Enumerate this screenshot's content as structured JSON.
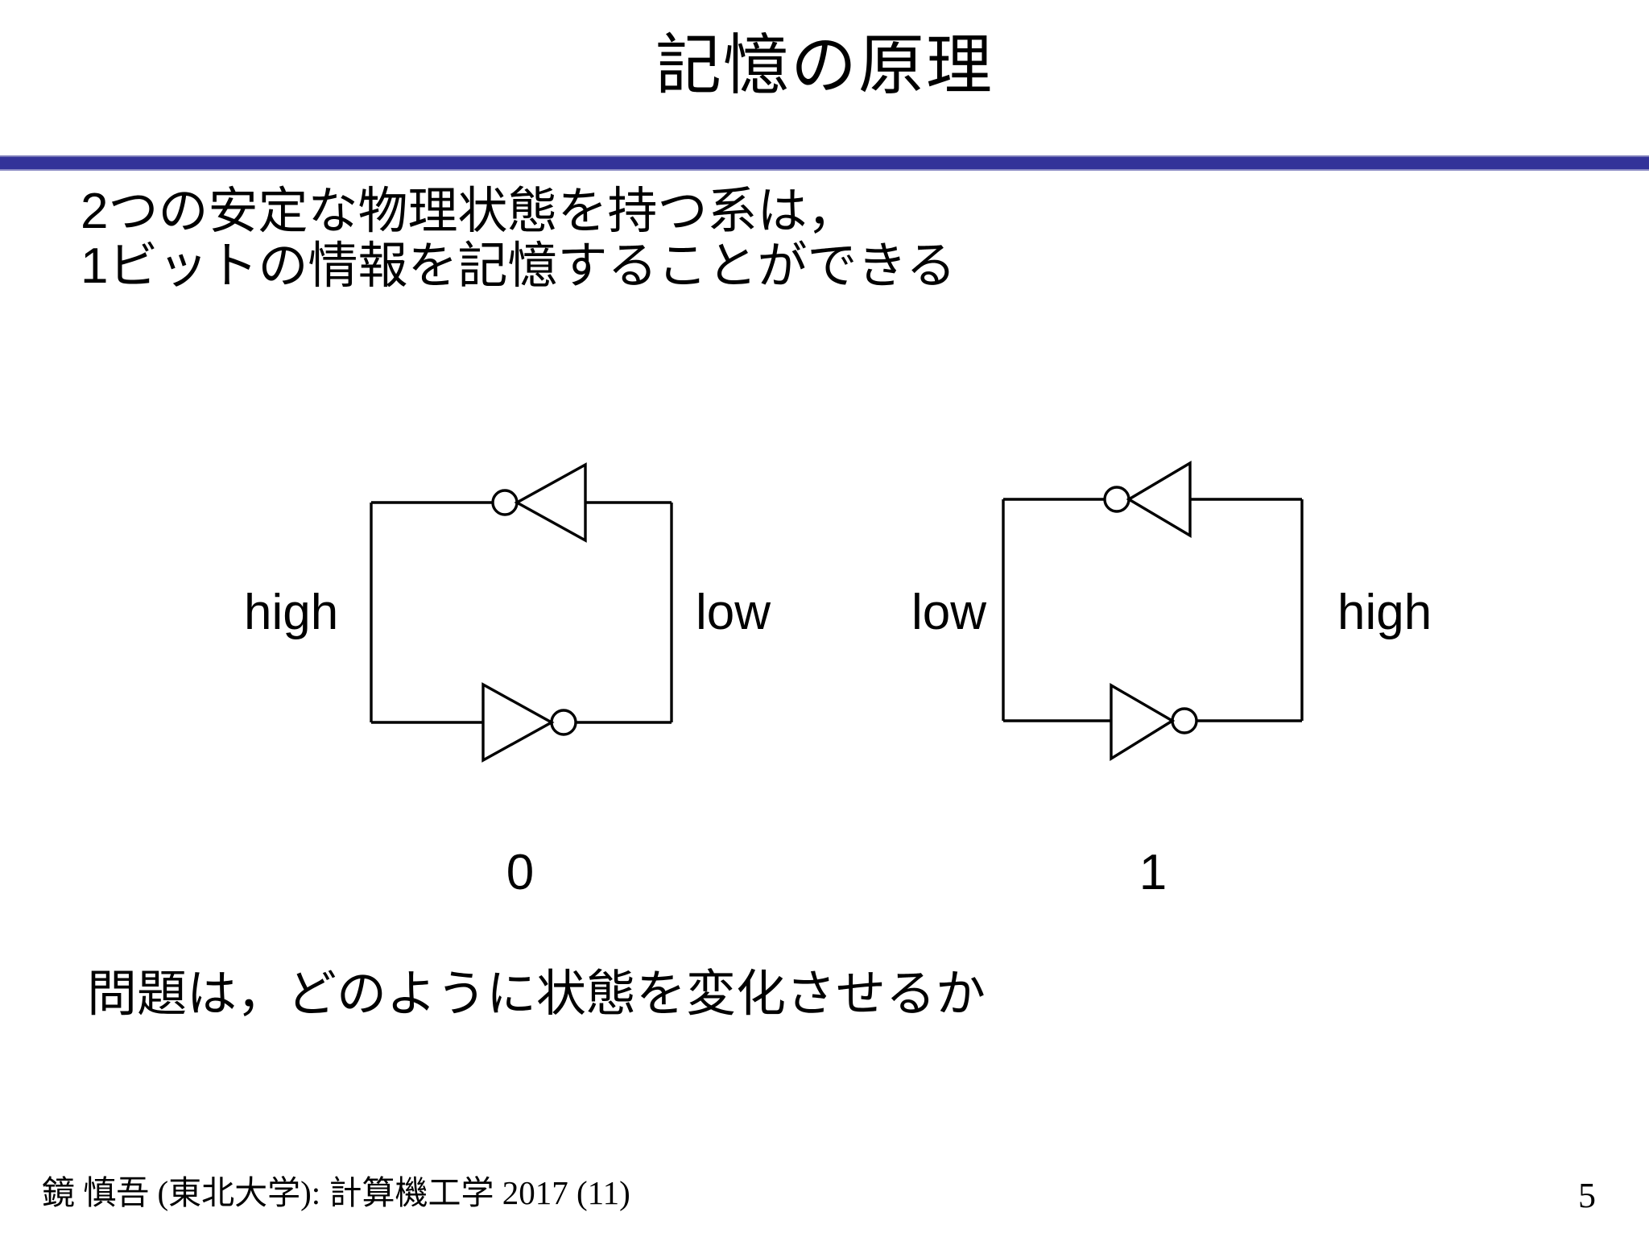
{
  "slide": {
    "title": "記憶の原理",
    "accent_color": "#333399",
    "background_color": "#ffffff",
    "text_color": "#000000"
  },
  "intro": {
    "line1": "2つの安定な物理状態を持つ系は，",
    "line2": "1ビットの情報を記憶することができる"
  },
  "question": {
    "line1": "問題は，どのように状態を変化させるか"
  },
  "diagram": {
    "caption_note": "two cross-coupled inverter loops representing the two stable states",
    "circuits": [
      {
        "name": "state-0-latch",
        "left_signal": "high",
        "right_signal": "low",
        "state_value": "0",
        "inverters": [
          {
            "position": "top",
            "direction": "left",
            "bubble_side": "left"
          },
          {
            "position": "bottom",
            "direction": "right",
            "bubble_side": "right"
          }
        ]
      },
      {
        "name": "state-1-latch",
        "left_signal": "low",
        "right_signal": "high",
        "state_value": "1",
        "inverters": [
          {
            "position": "top",
            "direction": "left",
            "bubble_side": "left"
          },
          {
            "position": "bottom",
            "direction": "right",
            "bubble_side": "right"
          }
        ]
      }
    ]
  },
  "footer": {
    "credit": "鏡 慎吾 (東北大学): 計算機工学 2017 (11)",
    "page_number": "5"
  }
}
